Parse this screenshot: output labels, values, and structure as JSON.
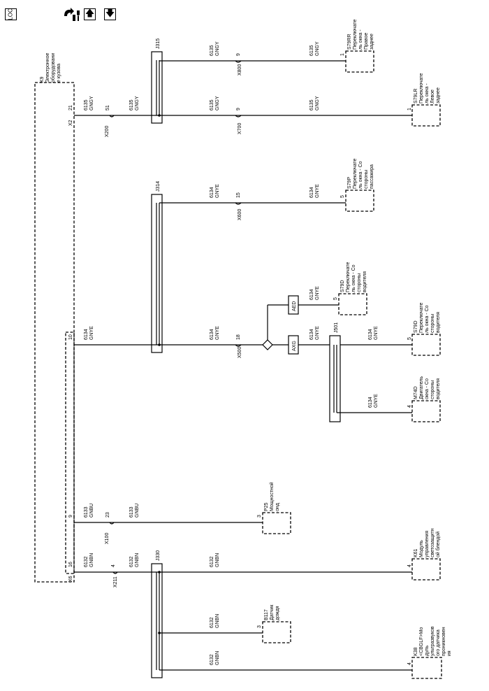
{
  "toolbar": {
    "loc_label": "LOC",
    "up_arrow": "🡅",
    "down_arrow": "🡇"
  },
  "modules": {
    "k9": {
      "ref": "K9",
      "name": "Электронное оборудовани е кузова"
    },
    "s79rr": {
      "ref": "S79RR",
      "name": "Переключате ль окна - Правое заднее"
    },
    "s79lr": {
      "ref": "S79LR",
      "name": "Переключате ль окна - Левое заднее"
    },
    "s79p": {
      "ref": "S79P",
      "name": "Переключате ль окна - Со стороны пассажира"
    },
    "s79d_aed": {
      "ref": "S79D",
      "name": "Переключате ль окна - Со стороны водителя"
    },
    "s79d_axg": {
      "ref": "S79D",
      "name": "Переключате ль окна - Со стороны водителя"
    },
    "m74d": {
      "ref": "M74D",
      "name": "Двигатель окна - Со стороны водителя"
    },
    "p25": {
      "ref": "P25",
      "name": "Мощностной онд"
    },
    "k61": {
      "ref": "K61",
      "name": "Модуль управления светозащитн ой блендой"
    },
    "b117": {
      "ref": "B117",
      "name": "Датчик дождя"
    },
    "k38": {
      "ref": "K38",
      "name": "<CBGLF>Мо дуль ультразвуков ого датчика проникновен ия"
    }
  },
  "connectors": {
    "x2": "X2",
    "x6": "X6",
    "x200": "X200",
    "x700": "X700",
    "x800": "X800",
    "x600": "X600",
    "x500": "X500",
    "x100": "X100",
    "x211": "X211"
  },
  "splices": {
    "j315": "J315",
    "j314": "J314",
    "j330": "J330",
    "j501": "J501"
  },
  "options": {
    "aed": "AED",
    "axg": "AXG"
  },
  "pins": {
    "p21": "21",
    "p51": "51",
    "p9a": "9",
    "p9b": "9",
    "p1a": "1",
    "p1b": "1",
    "p15": "15",
    "p5a": "5",
    "p5b": "5",
    "p5c": "5",
    "p10": "10",
    "p18": "18",
    "p4a": "4",
    "p9c": "9",
    "p23": "23",
    "p3a": "3",
    "p16": "16",
    "p4b": "4",
    "p4c": "4",
    "p3b": "3",
    "p4d": "4"
  },
  "circuits": {
    "c6135": "6135",
    "gngy": "GNGY",
    "c6134": "6134",
    "gnye": "GNYE",
    "c6133": "6133",
    "gnbu": "GNBU",
    "c6132": "6132",
    "gnbn": "GNBN"
  }
}
